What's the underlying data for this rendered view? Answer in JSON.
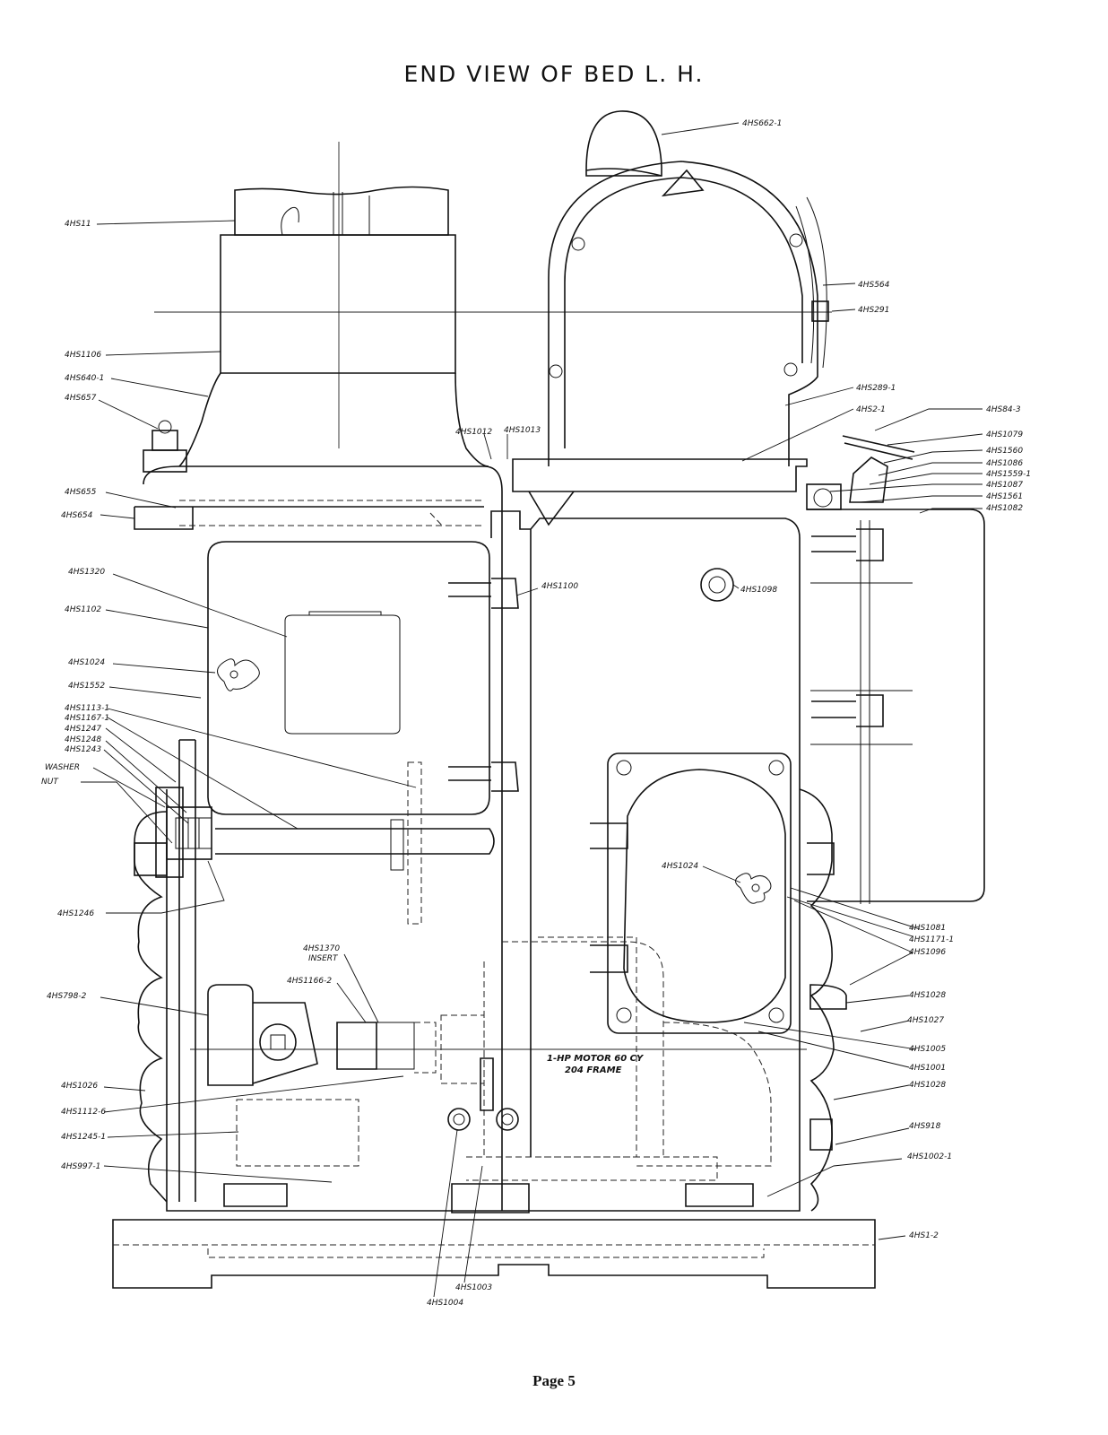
{
  "title": "END VIEW OF BED L. H.",
  "page": "Page 5",
  "labels": [
    "4HS662-1",
    "4HS11",
    "4HS564",
    "4HS291",
    "4HS1106",
    "4HS640-1",
    "4HS289-1",
    "4HS657",
    "4HS84-3",
    "4HS2-1",
    "4HS1079",
    "4HS1012",
    "4HS1013",
    "4HS1560",
    "4HS1086",
    "4HS1559-1",
    "4HS1087",
    "4HS1561",
    "4HS1082",
    "4HS655",
    "4HS654",
    "4HS1320",
    "4HS1100",
    "4HS1098",
    "4HS1102",
    "4HS1024",
    "4HS1552",
    "4HS1113-1",
    "4HS1167-1",
    "4HS1247",
    "4HS1248",
    "4HS1243",
    "WASHER",
    "NUT",
    "4HS1024",
    "4HS1246",
    "4HS1081",
    "4HS1171-1",
    "4HS1096",
    "4HS1370",
    "INSERT",
    "4HS1166-2",
    "4HS798-2",
    "4HS1028",
    "4HS1027",
    "4HS1005",
    "1-HP MOTOR 60 CY",
    "204 FRAME",
    "4HS1001",
    "4HS1026",
    "4HS1112-6",
    "4HS1028",
    "4HS1245-1",
    "4HS918",
    "4HS997-1",
    "4HS1002-1",
    "4HS1-2",
    "4HS1003",
    "4HS1004"
  ]
}
